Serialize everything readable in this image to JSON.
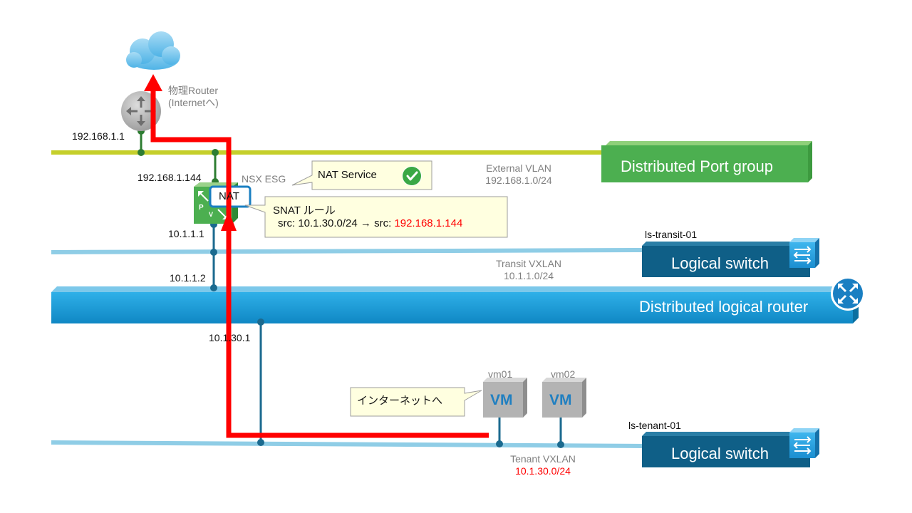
{
  "cloud": {
    "icon": "cloud-icon"
  },
  "physical_router": {
    "label_line1": "物理Router",
    "label_line2": "(Internetへ)",
    "ip": "192.168.1.1",
    "icon": "router-icon"
  },
  "external_vlan": {
    "name": "External  VLAN",
    "subnet": "192.168.1.0/24",
    "bar_label": "Distributed Port group",
    "color": "#4caf50"
  },
  "esg": {
    "label": "NSX ESG",
    "uplink_ip": "192.168.1.144",
    "internal_ip": "10.1.1.1",
    "nat_badge": "NAT",
    "icon": "nsx-edge-icon"
  },
  "nat_service": {
    "text": "NAT Service",
    "icon": "check-circle-icon"
  },
  "snat_rule": {
    "title": "SNAT ルール",
    "rule_prefix": "src: 10.1.30.0/24 → src: ",
    "rule_translated": "192.168.1.144"
  },
  "transit": {
    "switch_name": "ls-transit-01",
    "name": "Transit  VXLAN",
    "subnet": "10.1.1.0/24",
    "bar_label": "Logical switch",
    "icon": "logical-switch-icon"
  },
  "dlr": {
    "uplink_ip": "10.1.1.2",
    "internal_ip": "10.1.30.1",
    "bar_label": "Distributed logical router",
    "icon": "router-icon",
    "color": "#1aa0d8"
  },
  "tenant": {
    "switch_name": "ls-tenant-01",
    "name": "Tenant  VXLAN",
    "subnet": "10.1.30.0/24",
    "bar_label": "Logical switch",
    "icon": "logical-switch-icon"
  },
  "vms": [
    {
      "name": "vm01",
      "badge": "VM"
    },
    {
      "name": "vm02",
      "badge": "VM"
    }
  ],
  "internet_callout": {
    "text": "インターネットへ"
  },
  "traffic_path": {
    "color": "#ff0000"
  }
}
